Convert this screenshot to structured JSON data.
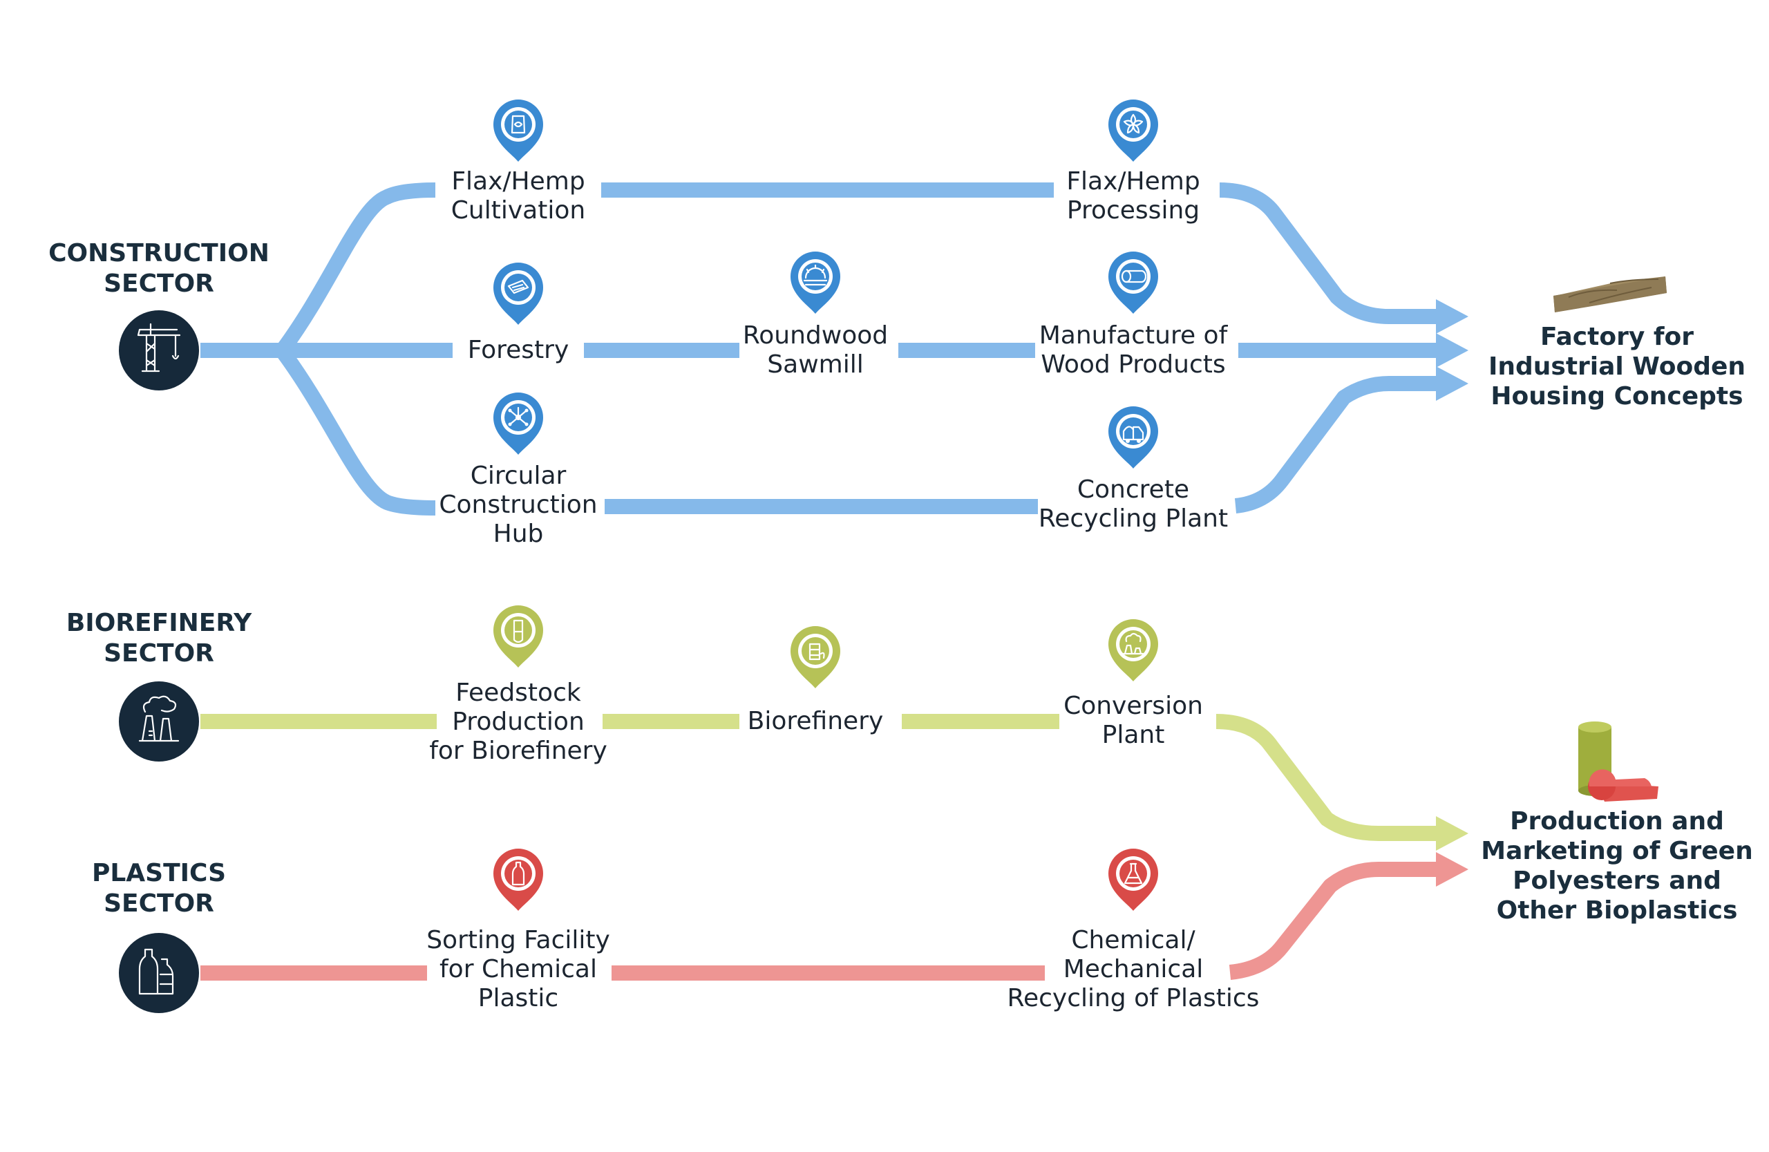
{
  "colors": {
    "construction": "#85b9ea",
    "biorefinery": "#d5e08a",
    "plastics": "#ee9593",
    "dark_navy": "#16293a",
    "pin_blue": "#3a8ad2",
    "pin_green": "#b6c257",
    "pin_red": "#d94b48"
  },
  "sectors": [
    {
      "key": "construction",
      "title_lines": [
        "CONSTRUCTION",
        "SECTOR"
      ],
      "icon": "crane-icon"
    },
    {
      "key": "biorefinery",
      "title_lines": [
        "BIOREFINERY",
        "SECTOR"
      ],
      "icon": "factory-icon"
    },
    {
      "key": "plastics",
      "title_lines": [
        "PLASTICS",
        "SECTOR"
      ],
      "icon": "bottles-icon"
    }
  ],
  "nodes": {
    "flax_cultivation": {
      "lines": [
        "Flax/Hemp",
        "Cultivation"
      ],
      "icon": "seed-bag-icon"
    },
    "flax_processing": {
      "lines": [
        "Flax/Hemp",
        "Processing"
      ],
      "icon": "flower-icon"
    },
    "forestry": {
      "lines": [
        "Forestry"
      ],
      "icon": "map-icon"
    },
    "sawmill": {
      "lines": [
        "Roundwood",
        "Sawmill"
      ],
      "icon": "saw-blade-icon"
    },
    "wood_products": {
      "lines": [
        "Manufacture of",
        "Wood Products"
      ],
      "icon": "log-icon"
    },
    "circular_hub": {
      "lines": [
        "Circular",
        "Construction",
        "Hub"
      ],
      "icon": "network-icon"
    },
    "concrete_recycling": {
      "lines": [
        "Concrete",
        "Recycling Plant"
      ],
      "icon": "cement-mixer-icon"
    },
    "feedstock": {
      "lines": [
        "Feedstock",
        "Production",
        "for Biorefinery"
      ],
      "icon": "test-tube-icon"
    },
    "biorefinery": {
      "lines": [
        "Biorefinery"
      ],
      "icon": "barrel-icon"
    },
    "conversion": {
      "lines": [
        "Conversion",
        "Plant"
      ],
      "icon": "plant-icon"
    },
    "sorting": {
      "lines": [
        "Sorting Facility",
        "for Chemical",
        "Plastic"
      ],
      "icon": "bottle-icon"
    },
    "chem_recycling": {
      "lines": [
        "Chemical/",
        "Mechanical",
        "Recycling of Plastics"
      ],
      "icon": "flask-icon"
    }
  },
  "destinations": {
    "factory": {
      "lines": [
        "Factory for",
        "Industrial Wooden",
        "Housing Concepts"
      ],
      "icon": "wood-board-icon"
    },
    "bioplastics": {
      "lines": [
        "Production and",
        "Marketing of Green",
        "Polyesters and",
        "Other Bioplastics"
      ],
      "icon": "material-rolls-icon"
    }
  }
}
